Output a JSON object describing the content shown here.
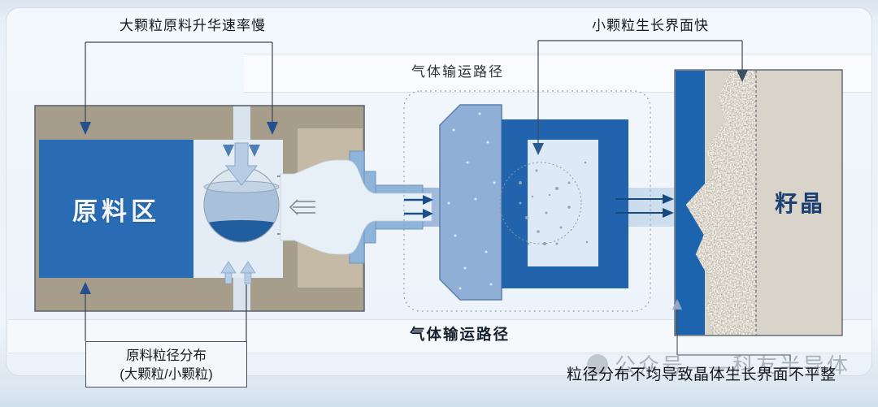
{
  "labels": {
    "top_left": "大颗粒原料升华速率慢",
    "top_right": "小颗粒生长界面快",
    "gas_path_top": "气体输运路径",
    "gas_path_bottom": "气体输运路径",
    "source_zone": "原料区",
    "seed_crystal": "籽晶",
    "particle_box_line1": "原料粒径分布",
    "particle_box_line2": "(大颗粒/小颗粒)",
    "bottom_right_note": "粒径分布不均导致晶体生长界面不平整",
    "watermark": "公众号——科友半导体"
  },
  "colors": {
    "source_zone_blue": "#2a6cb4",
    "crucible_tan": "#a69d8a",
    "crucible_tan_light": "#c4baa5",
    "growth_frame_blue": "#2263ad",
    "seed_strip_blue": "#1d64ae",
    "gas_arrow_navy": "#1b4e8a",
    "nozzle_blue": "#8fb4d9",
    "crystal_grain_gray": "#ab9f8d",
    "flask_melt_dark": "#1f5d9f",
    "flask_melt_light": "#a9c0da"
  }
}
